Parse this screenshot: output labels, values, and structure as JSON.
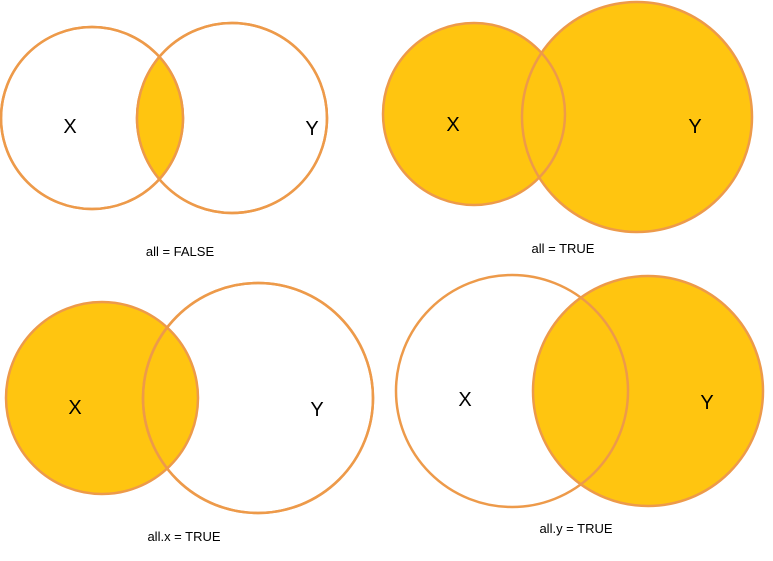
{
  "colors": {
    "fill": "#FFC510",
    "outline": "#ED9A4A",
    "background": "#FFFFFF"
  },
  "diagrams": [
    {
      "caption": "all = FALSE",
      "left_label": "X",
      "right_label": "Y",
      "shaded": "intersection"
    },
    {
      "caption": "all = TRUE",
      "left_label": "X",
      "right_label": "Y",
      "shaded": "union"
    },
    {
      "caption": "all.x = TRUE",
      "left_label": "X",
      "right_label": "Y",
      "shaded": "left"
    },
    {
      "caption": "all.y = TRUE",
      "left_label": "X",
      "right_label": "Y",
      "shaded": "right"
    }
  ]
}
